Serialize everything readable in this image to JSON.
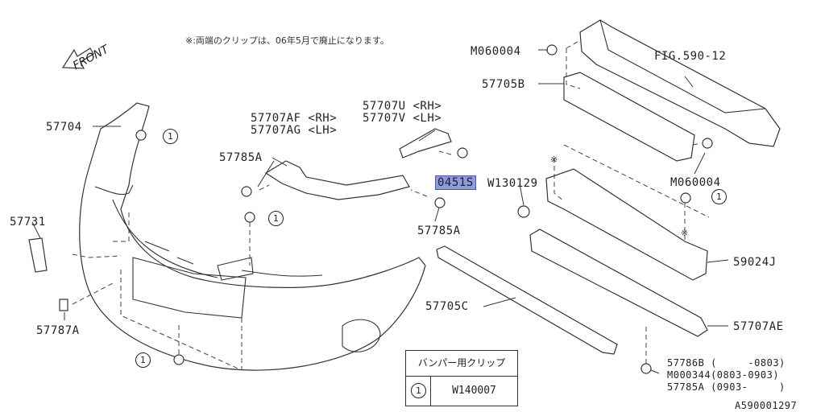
{
  "diagram": {
    "front_label": "FRONT",
    "note": "※:両端のクリップは、06年5月で廃止になります。",
    "figure_ref": "FIG.590-12",
    "drawing_id": "A590001297",
    "asterisk": "※",
    "clip_marker": "1",
    "labels": {
      "m060004_top": "M060004",
      "m060004_right": "M060004",
      "p57705b": "57705B",
      "p57707af": "57707AF <RH>",
      "p57707ag": "57707AG <LH>",
      "p57707u": "57707U <RH>",
      "p57707v": "57707V <LH>",
      "p57704": "57704",
      "p57785a_left": "57785A",
      "p57785a_mid": "57785A",
      "p0451s": "0451S",
      "w130129": "W130129",
      "p57731": "57731",
      "p59024j": "59024J",
      "p57787a": "57787A",
      "p57705c": "57705C",
      "p57707ae": "57707AE",
      "p57786b": "57786B (     -0803)",
      "m000344": "M000344(0803-0903)",
      "p57785a_bottom": "57785A (0903-     )"
    },
    "legend": {
      "header": "バンパー用クリップ",
      "marker": "1",
      "part": "W140007"
    }
  }
}
